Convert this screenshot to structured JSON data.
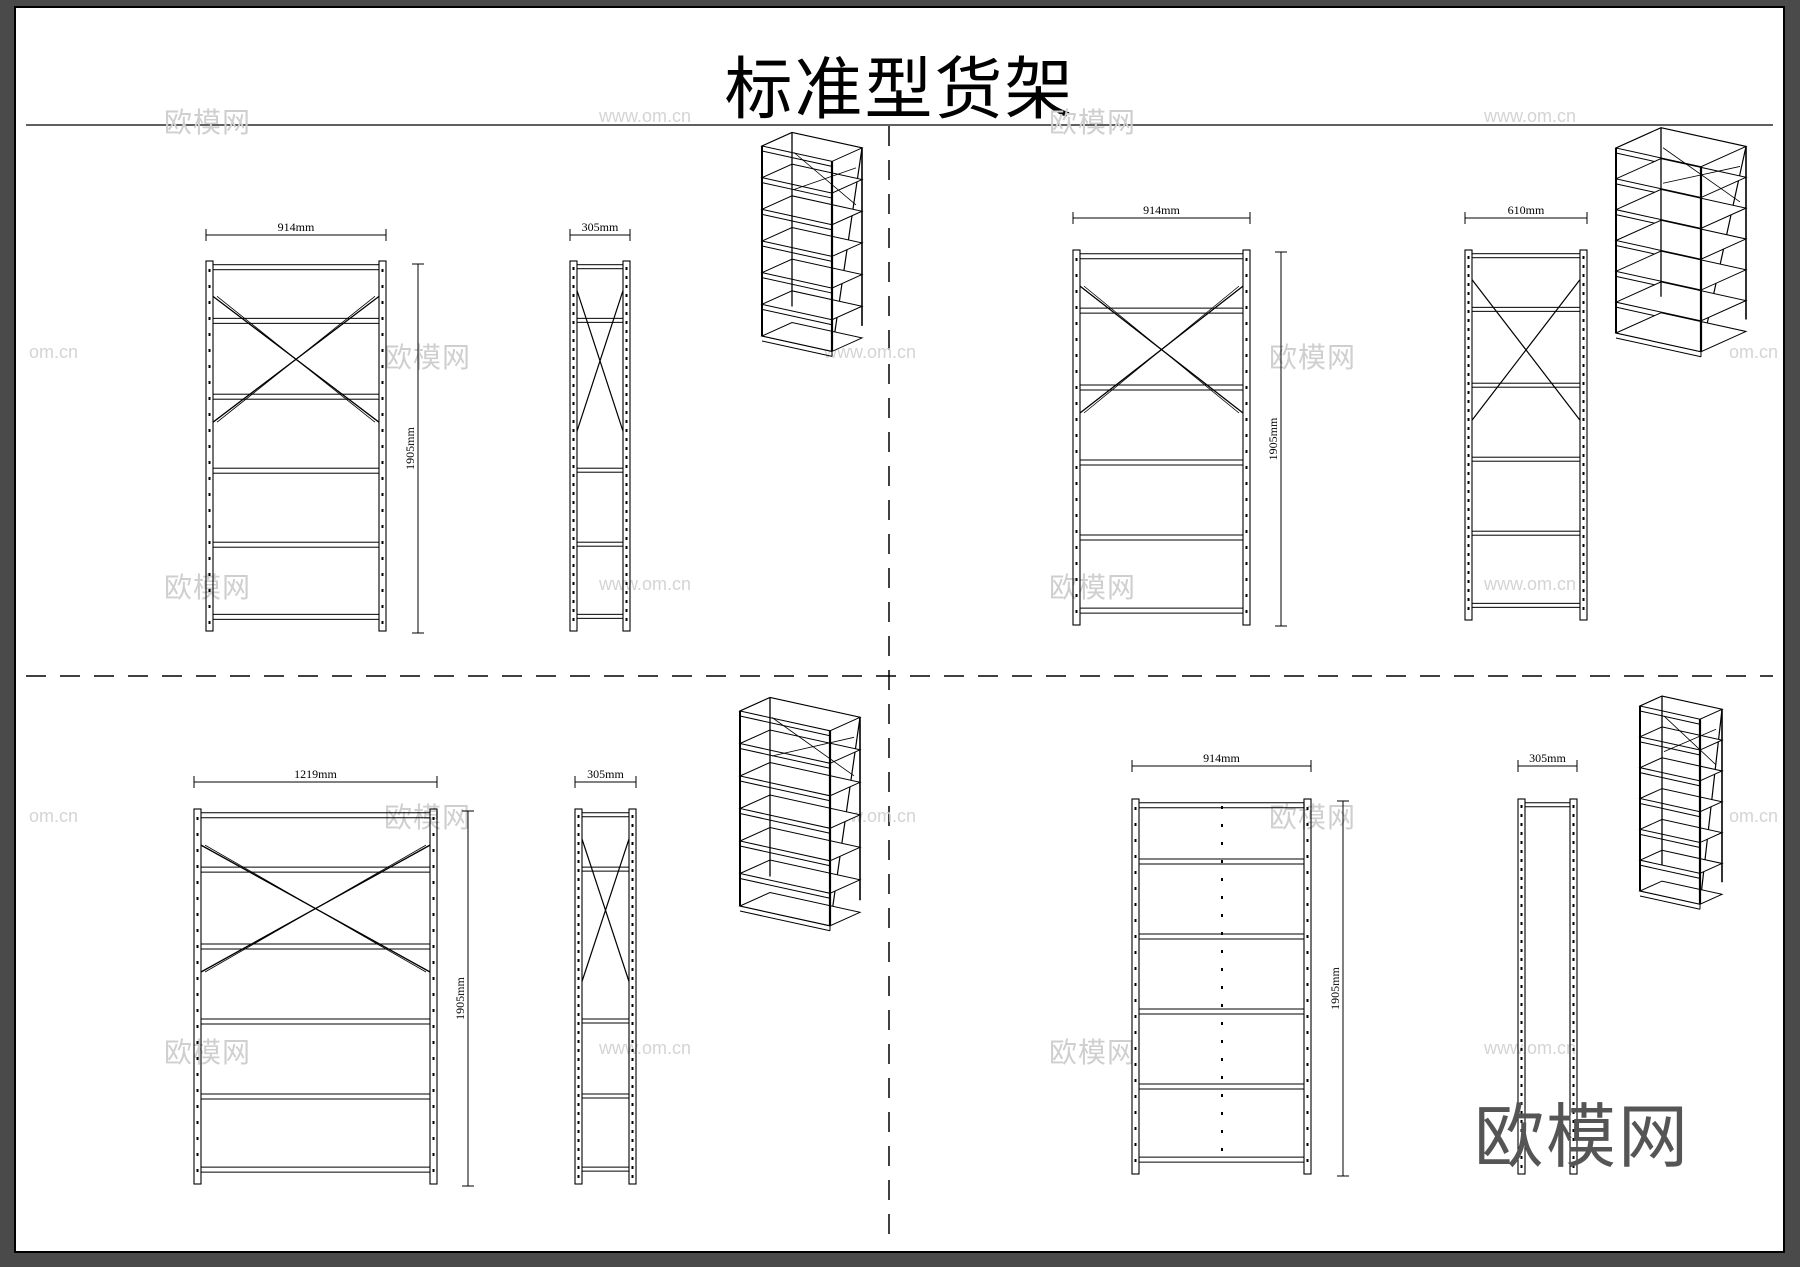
{
  "title": "标准型货架",
  "brand_watermark": "欧模网",
  "url_watermark": "www.om.cn",
  "url_watermark_clipped": "om.cn",
  "panels": [
    {
      "id": "top-left",
      "front_width": "914mm",
      "side_depth": "305mm",
      "height": "1905mm"
    },
    {
      "id": "top-right",
      "front_width": "914mm",
      "side_depth": "610mm",
      "height": "1905mm"
    },
    {
      "id": "bottom-left",
      "front_width": "1219mm",
      "side_depth": "305mm",
      "height": "1905mm"
    },
    {
      "id": "bottom-right",
      "front_width": "914mm",
      "side_depth": "305mm",
      "height": "1905mm"
    }
  ]
}
